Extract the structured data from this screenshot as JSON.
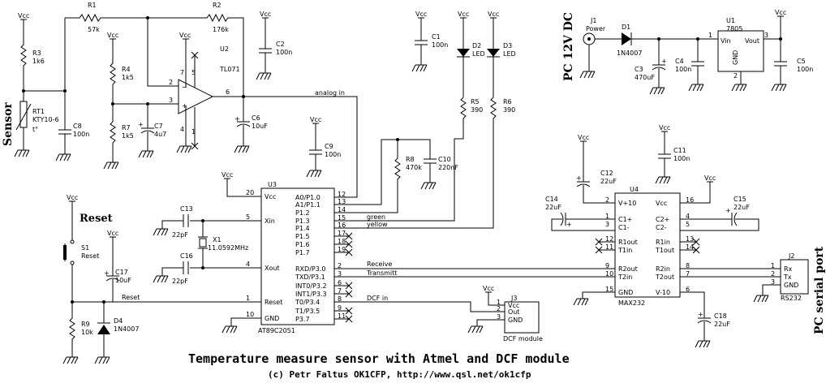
{
  "title": "Temperature measure sensor with Atmel and DCF module",
  "subtitle": "(c) Petr Faltus OK1CFP, http://www.qsl.net/ok1cfp",
  "side_labels": {
    "sensor": "Sensor",
    "reset": "Reset",
    "pc_dc": "PC 12V DC",
    "pc_serial": "PC serial port"
  },
  "vcc": "Vcc",
  "components": {
    "R1": {
      "ref": "R1",
      "value": "57k"
    },
    "R2": {
      "ref": "R2",
      "value": "176k"
    },
    "R3": {
      "ref": "R3",
      "value": "1k6"
    },
    "R4": {
      "ref": "R4",
      "value": "1k5"
    },
    "R5": {
      "ref": "R5",
      "value": "390"
    },
    "R6": {
      "ref": "R6",
      "value": "390"
    },
    "R7": {
      "ref": "R7",
      "value": "1k5"
    },
    "R8": {
      "ref": "R8",
      "value": "470k"
    },
    "R9": {
      "ref": "R9",
      "value": "10k"
    },
    "RT1": {
      "ref": "RT1",
      "value": "KTY10-6"
    },
    "C1": {
      "ref": "C1",
      "value": "100n"
    },
    "C2": {
      "ref": "C2",
      "value": "100n"
    },
    "C3": {
      "ref": "C3",
      "value": "470uF"
    },
    "C4": {
      "ref": "C4",
      "value": "100n"
    },
    "C5": {
      "ref": "C5",
      "value": "100n"
    },
    "C6": {
      "ref": "C6",
      "value": "10uF"
    },
    "C7": {
      "ref": "C7",
      "value": "4u7"
    },
    "C8": {
      "ref": "C8",
      "value": "100n"
    },
    "C9": {
      "ref": "C9",
      "value": "100n"
    },
    "C10": {
      "ref": "C10",
      "value": "220nF"
    },
    "C11": {
      "ref": "C11",
      "value": "100n"
    },
    "C12": {
      "ref": "C12",
      "value": "22uF"
    },
    "C13": {
      "ref": "C13",
      "value": "22pF"
    },
    "C14": {
      "ref": "C14",
      "value": "22uF"
    },
    "C15": {
      "ref": "C15",
      "value": "22uF"
    },
    "C16": {
      "ref": "C16",
      "value": "22pF"
    },
    "C17": {
      "ref": "C17",
      "value": "10uF"
    },
    "C18": {
      "ref": "C18",
      "value": "22uF"
    },
    "D1": {
      "ref": "D1",
      "value": "1N4007"
    },
    "D2": {
      "ref": "D2",
      "value": "LED"
    },
    "D3": {
      "ref": "D3",
      "value": "LED"
    },
    "D4": {
      "ref": "D4",
      "value": "1N4007"
    },
    "X1": {
      "ref": "X1",
      "value": "11.0592MHz"
    },
    "S1": {
      "ref": "S1",
      "value": "Reset"
    },
    "J1": {
      "ref": "J1",
      "value": "Power"
    },
    "J2": {
      "ref": "J2",
      "value": "RS232"
    },
    "J3": {
      "ref": "J3",
      "value": "DCF module"
    },
    "U1": {
      "ref": "U1",
      "value": "7805"
    },
    "U2": {
      "ref": "U2",
      "value": "TL071"
    },
    "U3": {
      "ref": "U3",
      "value": "AT89C2051"
    },
    "U4": {
      "ref": "U4",
      "value": "MAX232"
    }
  },
  "u1_pins": {
    "vin": "Vin",
    "vout": "Vout",
    "gnd": "GND"
  },
  "u3_left_pins": [
    {
      "num": "20",
      "name": "Vcc"
    },
    {
      "num": "5",
      "name": "Xin"
    },
    {
      "num": "4",
      "name": "Xout"
    },
    {
      "num": "1",
      "name": "Reset"
    },
    {
      "num": "10",
      "name": "GND"
    }
  ],
  "u3_right_pins": [
    {
      "num": "12",
      "name": "A0/P1.0"
    },
    {
      "num": "13",
      "name": "A1/P1.1"
    },
    {
      "num": "14",
      "name": "P1.2"
    },
    {
      "num": "15",
      "name": "P1.3"
    },
    {
      "num": "16",
      "name": "P1.4"
    },
    {
      "num": "17",
      "name": "P1.5"
    },
    {
      "num": "18",
      "name": "P1.6"
    },
    {
      "num": "19",
      "name": "P1.7"
    },
    {
      "num": "2",
      "name": "RXD/P3.0"
    },
    {
      "num": "3",
      "name": "TXD/P3.1"
    },
    {
      "num": "6",
      "name": "INT0/P3.2"
    },
    {
      "num": "7",
      "name": "INT1/P3.3"
    },
    {
      "num": "8",
      "name": "T0/P3.4"
    },
    {
      "num": "9",
      "name": "T1/P3.5"
    },
    {
      "num": "11",
      "name": "P3.7"
    }
  ],
  "u4_pins": {
    "left": [
      {
        "num": "2",
        "name": "V+10"
      },
      {
        "num": "1",
        "name": "C1+"
      },
      {
        "num": "3",
        "name": "C1-"
      },
      {
        "num": "12",
        "name": "R1out"
      },
      {
        "num": "11",
        "name": "T1in"
      },
      {
        "num": "9",
        "name": "R2out"
      },
      {
        "num": "10",
        "name": "T2in"
      },
      {
        "num": "15",
        "name": "GND"
      }
    ],
    "right": [
      {
        "num": "16",
        "name": "Vcc"
      },
      {
        "num": "4",
        "name": "C2+"
      },
      {
        "num": "5",
        "name": "C2-"
      },
      {
        "num": "13",
        "name": "R1in"
      },
      {
        "num": "14",
        "name": "T1out"
      },
      {
        "num": "8",
        "name": "R2in"
      },
      {
        "num": "7",
        "name": "T2out"
      },
      {
        "num": "6",
        "name": "V-10"
      }
    ]
  },
  "j2_pins": [
    {
      "num": "1",
      "name": "Rx"
    },
    {
      "num": "2",
      "name": "Tx"
    },
    {
      "num": "3",
      "name": "GND"
    }
  ],
  "j3_pins": [
    {
      "num": "1",
      "name": "Vcc"
    },
    {
      "num": "2",
      "name": "Out"
    },
    {
      "num": "3",
      "name": "GND"
    }
  ],
  "net_labels": {
    "analog_in": "analog in",
    "green": "green",
    "yellow": "yellow",
    "receive": "Receive",
    "transmit": "Transmitt",
    "reset": "Reset",
    "dcf_in": "DCF in"
  },
  "u2_pins": {
    "p2": "2",
    "p3": "3",
    "p6": "6",
    "p7": "7",
    "p4": "4",
    "p1": "1",
    "p5": "5"
  },
  "u1_pin_numbers": {
    "p1": "1",
    "p2": "2",
    "p3": "3"
  }
}
